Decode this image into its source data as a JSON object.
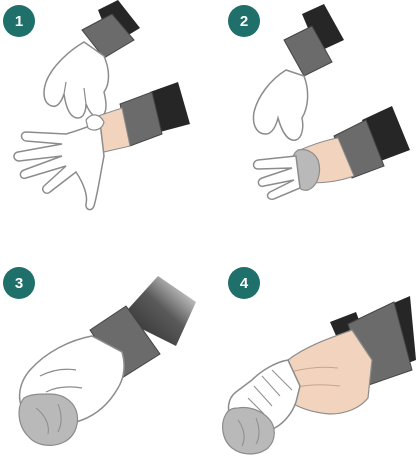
{
  "colors": {
    "badge": "#1f6f6a",
    "sleeve_dark": "#262626",
    "cuff": "#6b6b6b",
    "glove_white": "#ffffff",
    "glove_outline": "#8c8c8c",
    "skin": "#f2d3bd",
    "glove_grey": "#b9b9b9"
  },
  "steps": [
    {
      "label": "1",
      "illustration": "pinch-outside-of-glove-at-wrist"
    },
    {
      "label": "2",
      "illustration": "peel-glove-off-inside-out"
    },
    {
      "label": "3",
      "illustration": "hold-removed-glove-in-gloved-hand"
    },
    {
      "label": "4",
      "illustration": "slide-bare-fingers-under-second-glove"
    }
  ]
}
